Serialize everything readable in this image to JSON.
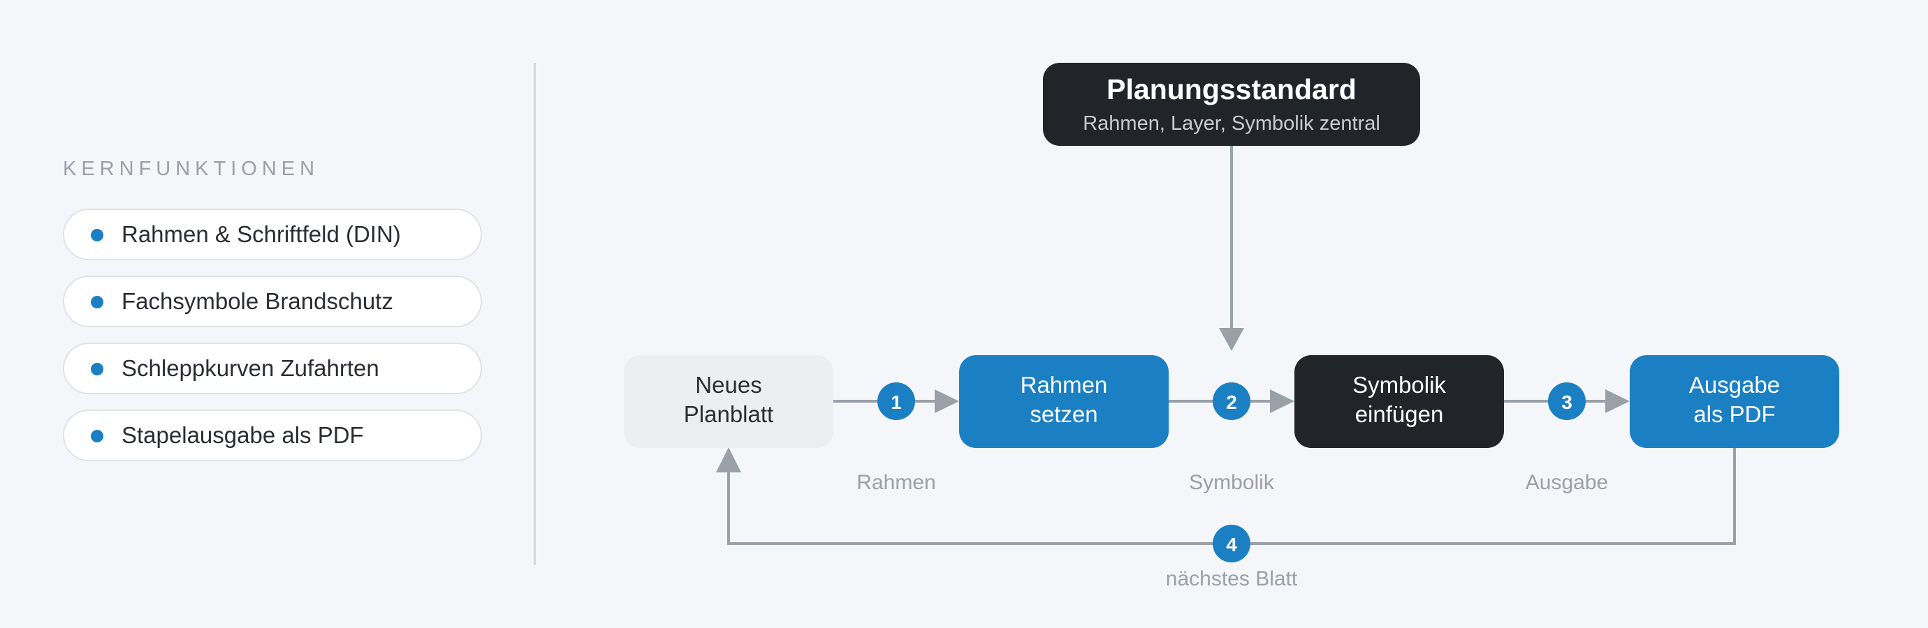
{
  "sidebar": {
    "heading": "KERNFUNKTIONEN",
    "items": [
      {
        "label": "Rahmen & Schriftfeld (DIN)"
      },
      {
        "label": "Fachsymbole Brandschutz"
      },
      {
        "label": "Schleppkurven Zufahrten"
      },
      {
        "label": "Stapelausgabe als PDF"
      }
    ]
  },
  "diagram": {
    "standard": {
      "title": "Planungsstandard",
      "subtitle": "Rahmen, Layer, Symbolik zentral"
    },
    "nodes": [
      {
        "line1": "Neues",
        "line2": "Planblatt"
      },
      {
        "line1": "Rahmen",
        "line2": "setzen"
      },
      {
        "line1": "Symbolik",
        "line2": "einfügen"
      },
      {
        "line1": "Ausgabe",
        "line2": "als PDF"
      }
    ],
    "steps": [
      {
        "number": "1",
        "label": "Rahmen"
      },
      {
        "number": "2",
        "label": "Symbolik"
      },
      {
        "number": "3",
        "label": "Ausgabe"
      },
      {
        "number": "4",
        "label": "nächstes Blatt"
      }
    ]
  },
  "colors": {
    "blue": "#1b7fc4",
    "dark": "#212429",
    "light_node": "#eceef2",
    "connector": "#9aa0a8",
    "background": "#f4f6f9"
  }
}
